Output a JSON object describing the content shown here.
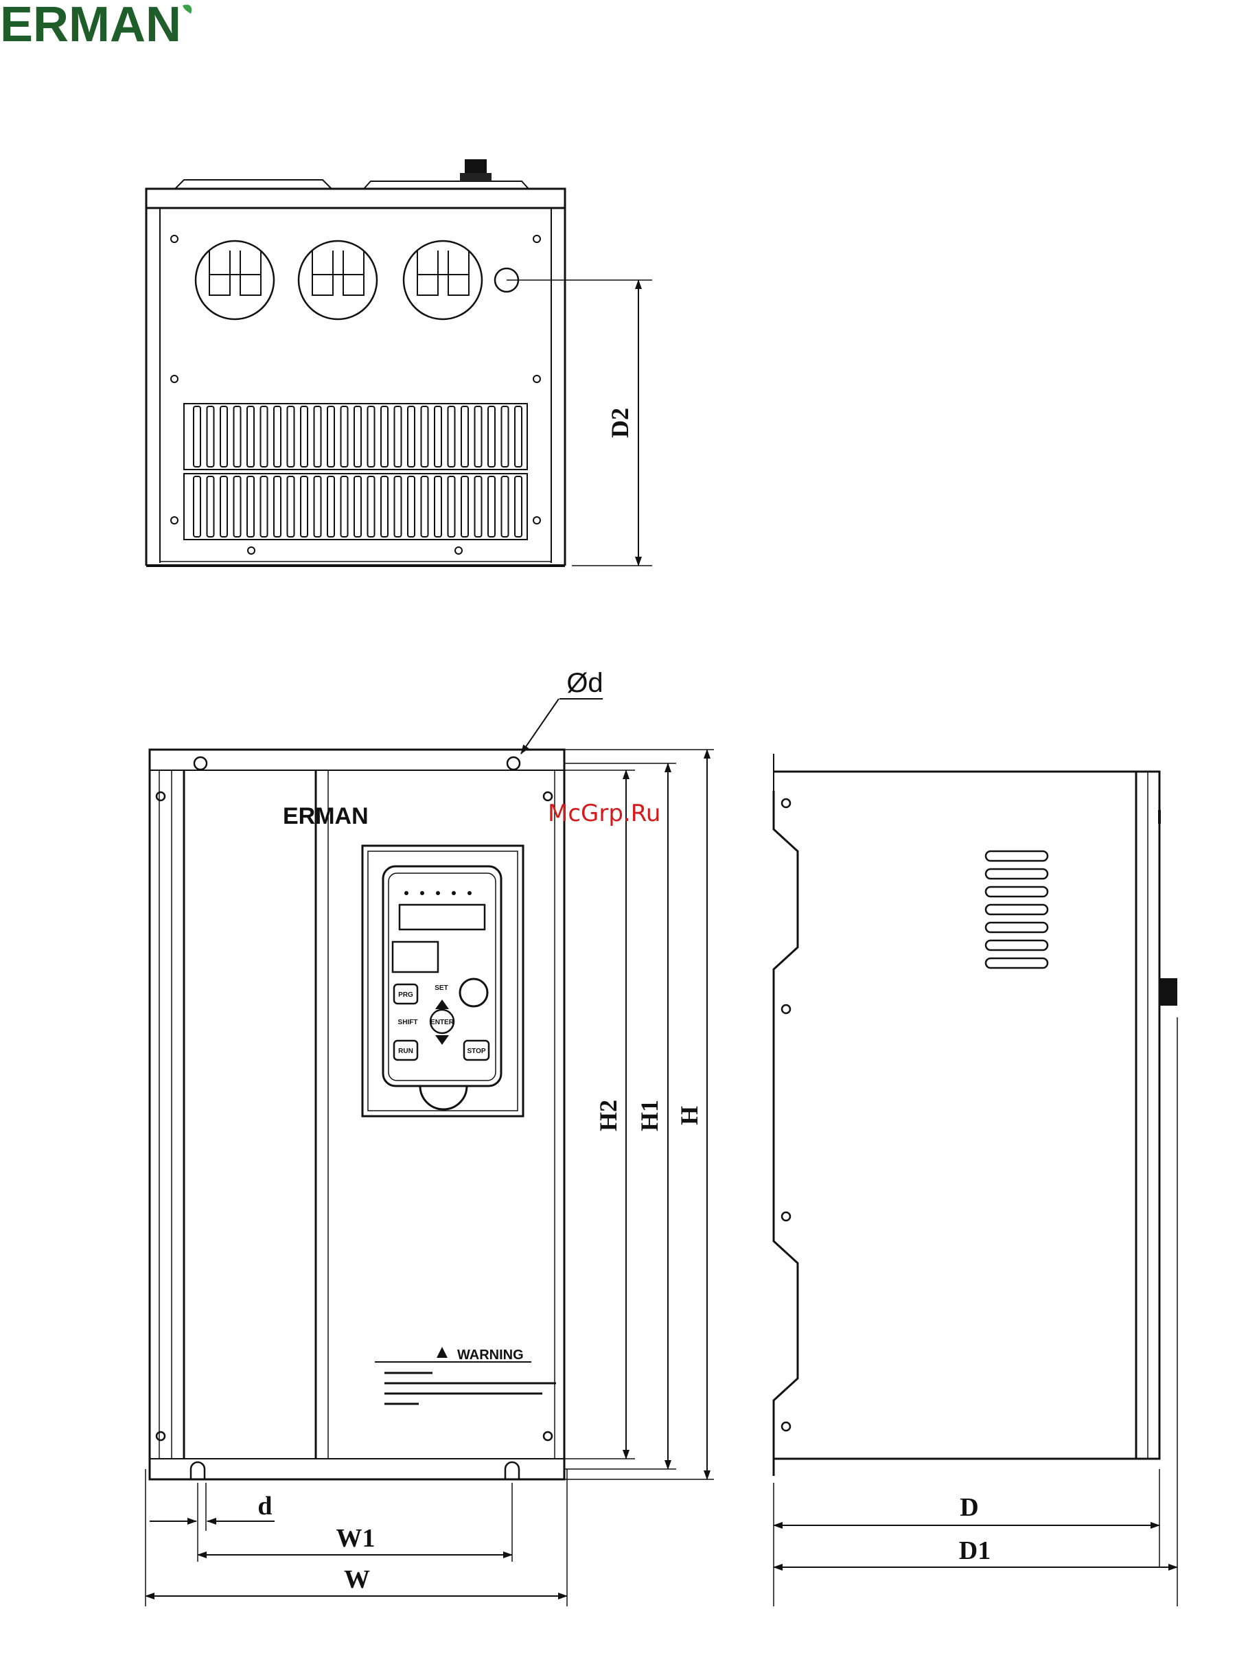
{
  "brand": {
    "logo_text": "ERMAN",
    "logo_color": "#1f5e2a"
  },
  "watermark": {
    "text": "McGrp.Ru",
    "color": "#d41a1a"
  },
  "top_view": {
    "dimension_labels": {
      "d2": "D2"
    }
  },
  "front_view": {
    "front_logo": "ERMAN",
    "dimension_labels": {
      "hole": "Ød",
      "h": "H",
      "h1": "H1",
      "h2": "H2",
      "w": "W",
      "w1": "W1",
      "d": "d"
    },
    "keypad": {
      "buttons": [
        "PRG",
        "SET",
        "SHIFT",
        "ENTER",
        "RUN",
        "STOP"
      ]
    },
    "warning_label": {
      "title": "WARNING"
    }
  },
  "side_view": {
    "dimension_labels": {
      "d": "D",
      "d1": "D1"
    }
  }
}
